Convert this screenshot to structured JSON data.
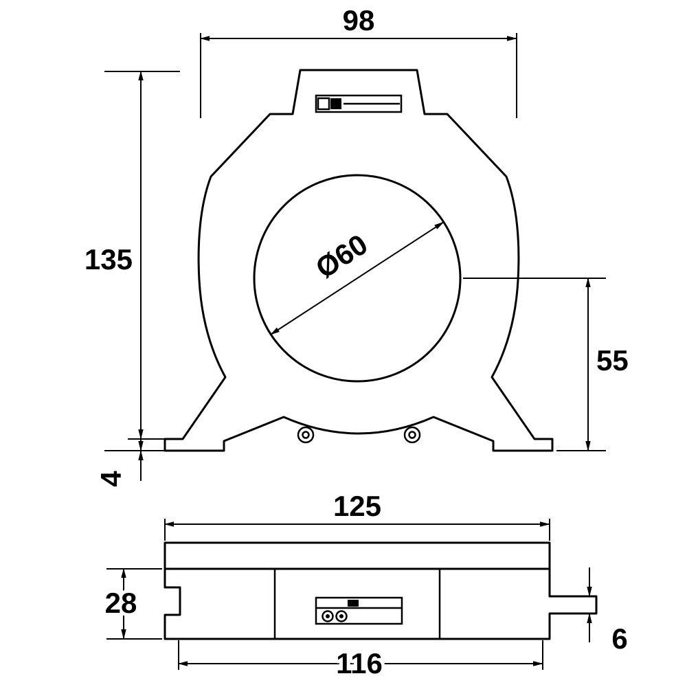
{
  "colors": {
    "line": "#000000",
    "background": "#ffffff"
  },
  "front_view": {
    "overall_width": "98",
    "overall_height": "135",
    "aperture_diameter": "Ø60",
    "center_to_base_height": "55",
    "foot_thickness": "4"
  },
  "side_view": {
    "overall_width": "125",
    "base_height": "28",
    "inner_width": "116",
    "tab_thickness": "6"
  }
}
